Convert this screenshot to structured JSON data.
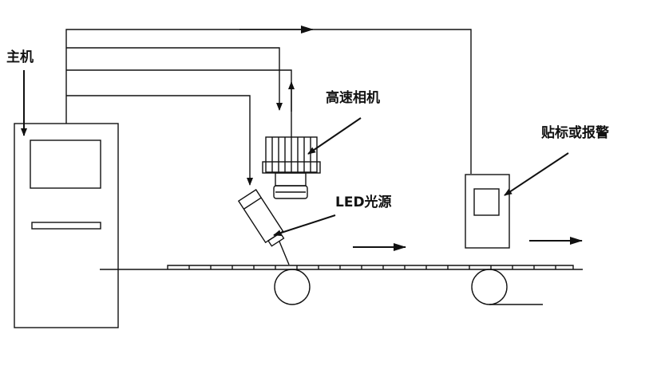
{
  "labels": {
    "host": "主机",
    "camera": "高速相机",
    "led": "LED光源",
    "marker": "贴标或报警"
  },
  "colors": {
    "stroke": "#111111",
    "background": "#ffffff"
  }
}
